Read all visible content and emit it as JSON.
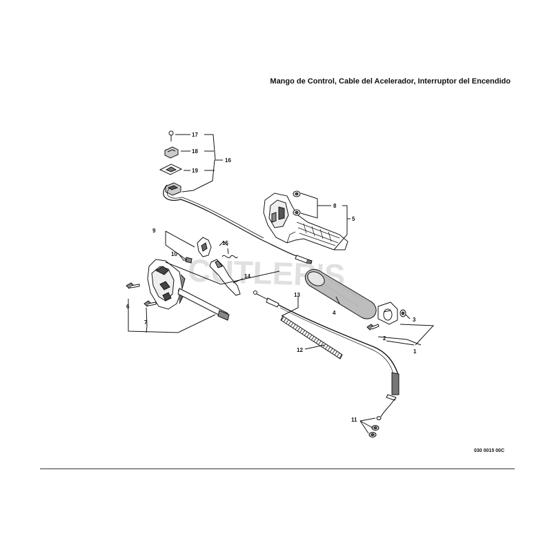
{
  "header": {
    "title": "Mango de Control, Cable del Acelerador, Interruptor del Encendido"
  },
  "footer": {
    "drawing_code": "030 0015 00C"
  },
  "watermark": "CUTLER'S",
  "callouts": [
    "1",
    "2",
    "3",
    "4",
    "5",
    "6",
    "7",
    "8",
    "9",
    "10",
    "11",
    "12",
    "13",
    "14",
    "15",
    "16",
    "17",
    "18",
    "19"
  ],
  "colors": {
    "line": "#111111",
    "part_fill": "#ffffff",
    "part_shade": "#9a9a9a",
    "grip_fill": "#bdbdbd",
    "watermark": "#c8c8c8"
  }
}
